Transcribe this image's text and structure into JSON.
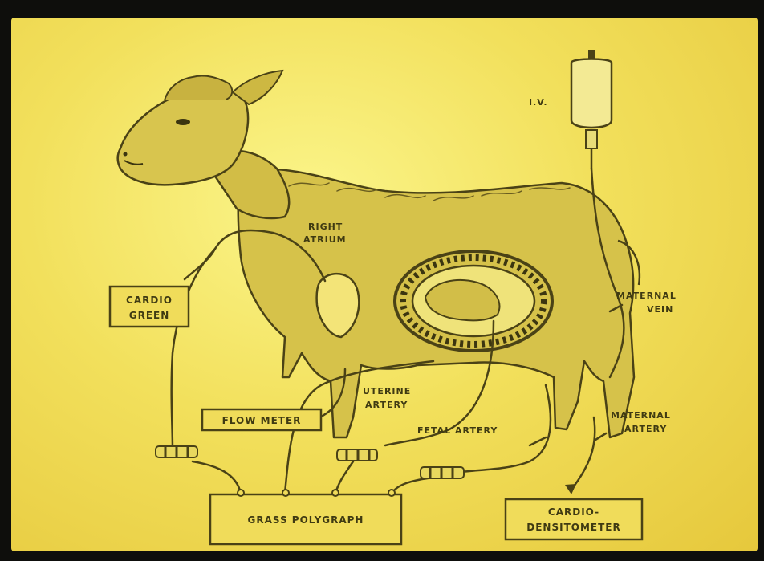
{
  "labels": {
    "iv": "I.V.",
    "right_atrium_line1": "RIGHT",
    "right_atrium_line2": "ATRIUM",
    "cardio_green_line1": "CARDIO",
    "cardio_green_line2": "GREEN",
    "maternal_vein_line1": "MATERNAL",
    "maternal_vein_line2": "VEIN",
    "uterine_artery_line1": "UTERINE",
    "uterine_artery_line2": "ARTERY",
    "flow_meter": "FLOW METER",
    "fetal_artery": "FETAL ARTERY",
    "maternal_artery_line1": "MATERNAL",
    "maternal_artery_line2": "ARTERY",
    "grass_polygraph": "GRASS POLYGRAPH",
    "cardio_densitometer_line1": "CARDIO-",
    "cardio_densitometer_line2": "DENSITOMETER"
  },
  "colors": {
    "background": "#f2e05c",
    "ink": "#3f3a12",
    "body_fill": "#d6c24a",
    "box_fill": "#f0dc5a"
  },
  "icons": [
    "sheep-illustration",
    "iv-bottle-icon",
    "transducer-icon"
  ]
}
